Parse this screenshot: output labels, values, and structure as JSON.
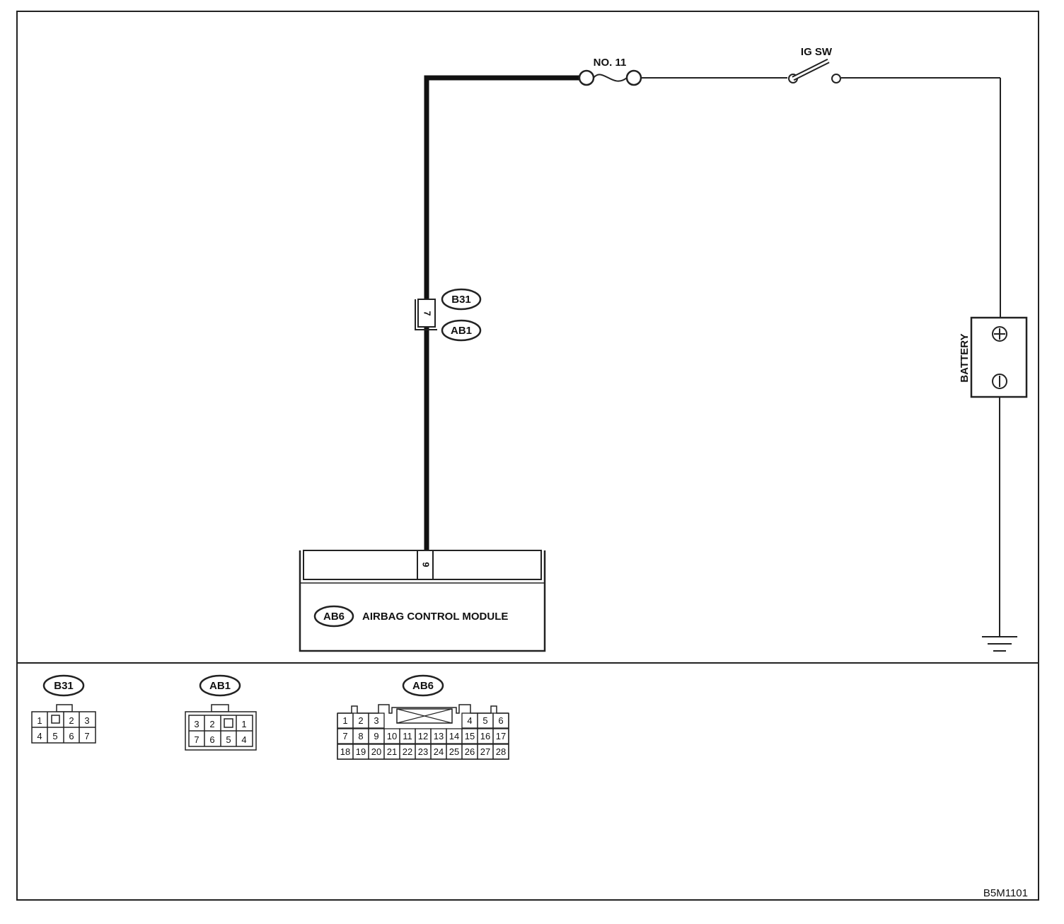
{
  "circuit": {
    "fuse_label": "NO. 11",
    "switch_label": "IG SW",
    "battery_label": "BATTERY",
    "battery_plus": "+",
    "battery_minus": "−",
    "connector_pin_b31": "7",
    "connector_b31_tag": "B31",
    "connector_ab1_tag": "AB1",
    "module_pin": "9",
    "module_tag": "AB6",
    "module_name": "AIRBAG CONTROL MODULE"
  },
  "connectors": {
    "b31": {
      "tag": "B31",
      "row1": [
        "1",
        "",
        "2",
        "3"
      ],
      "row2": [
        "4",
        "5",
        "6",
        "7"
      ]
    },
    "ab1": {
      "tag": "AB1",
      "row1": [
        "3",
        "2",
        "",
        "1"
      ],
      "row2": [
        "7",
        "6",
        "5",
        "4"
      ]
    },
    "ab6": {
      "tag": "AB6",
      "row1_left": [
        "1",
        "2",
        "3"
      ],
      "row1_right": [
        "4",
        "5",
        "6"
      ],
      "row2": [
        "7",
        "8",
        "9",
        "10",
        "11",
        "12",
        "13",
        "14",
        "15",
        "16",
        "17"
      ],
      "row3": [
        "18",
        "19",
        "20",
        "21",
        "22",
        "23",
        "24",
        "25",
        "26",
        "27",
        "28"
      ]
    }
  },
  "figure_code": "B5M1101"
}
